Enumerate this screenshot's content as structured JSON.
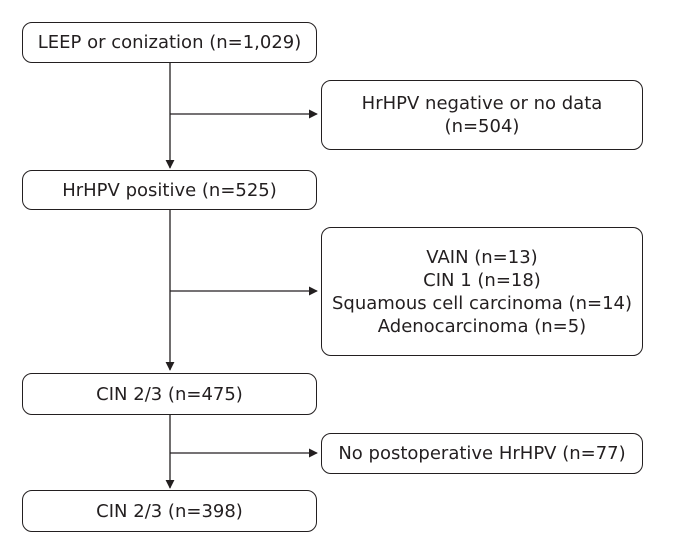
{
  "flowchart": {
    "main_steps": [
      {
        "text": "LEEP or conization (n=1,029)"
      },
      {
        "text": "HrHPV positive (n=525)"
      },
      {
        "text": "CIN 2/3 (n=475)"
      },
      {
        "text": "CIN 2/3 (n=398)"
      }
    ],
    "exclusions": [
      {
        "lines": [
          "HrHPV negative or no data",
          "(n=504)"
        ]
      },
      {
        "lines": [
          "VAIN (n=13)",
          "CIN 1 (n=18)",
          "Squamous cell carcinoma (n=14)",
          "Adenocarcinoma (n=5)"
        ]
      },
      {
        "lines": [
          "No postoperative HrHPV (n=77)"
        ]
      }
    ],
    "line_color": "#231f20"
  }
}
